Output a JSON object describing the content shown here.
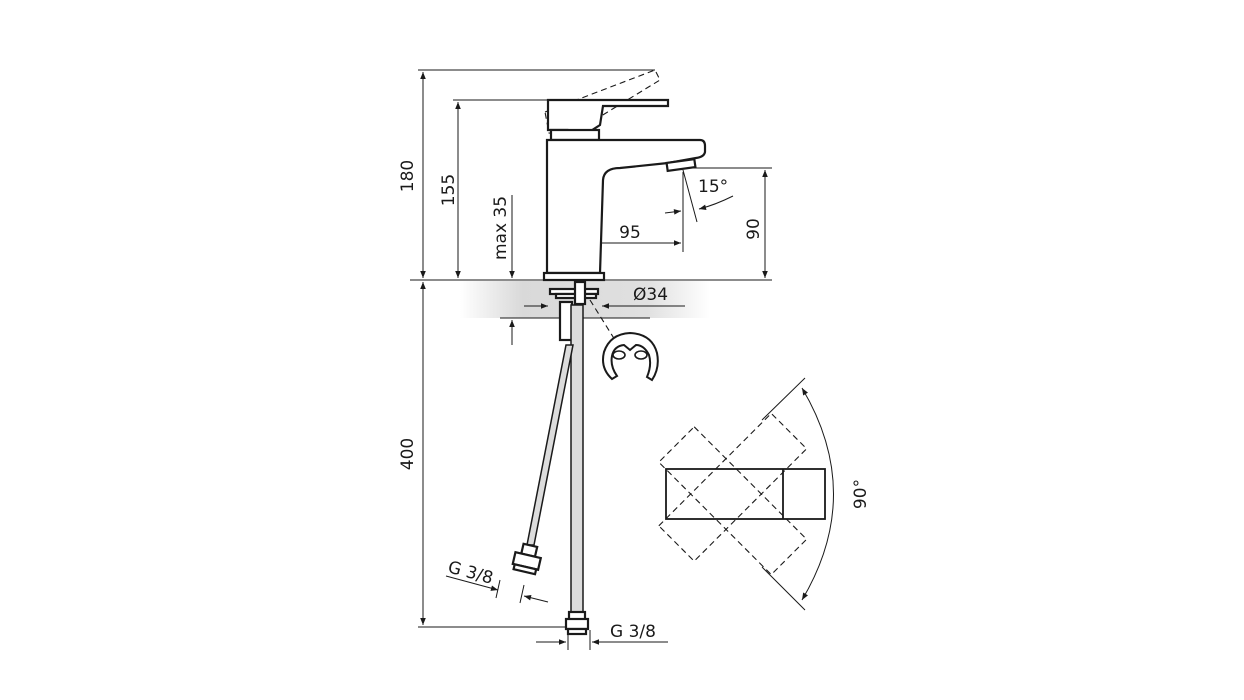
{
  "drawing": {
    "dimensions": {
      "total_height": "180",
      "body_height": "155",
      "max_countertop": "max 35",
      "spout_reach": "95",
      "spout_angle": "15°",
      "spout_height": "90",
      "hole_diameter": "Ø34",
      "hose_length": "400",
      "hose_thread_left": "G 3/8",
      "hose_thread_right": "G 3/8",
      "lever_rotation": "90°"
    },
    "colors": {
      "line": "#1a1a1a",
      "countertop": "#d9d9d9",
      "hose": "#dcdcdc"
    }
  }
}
